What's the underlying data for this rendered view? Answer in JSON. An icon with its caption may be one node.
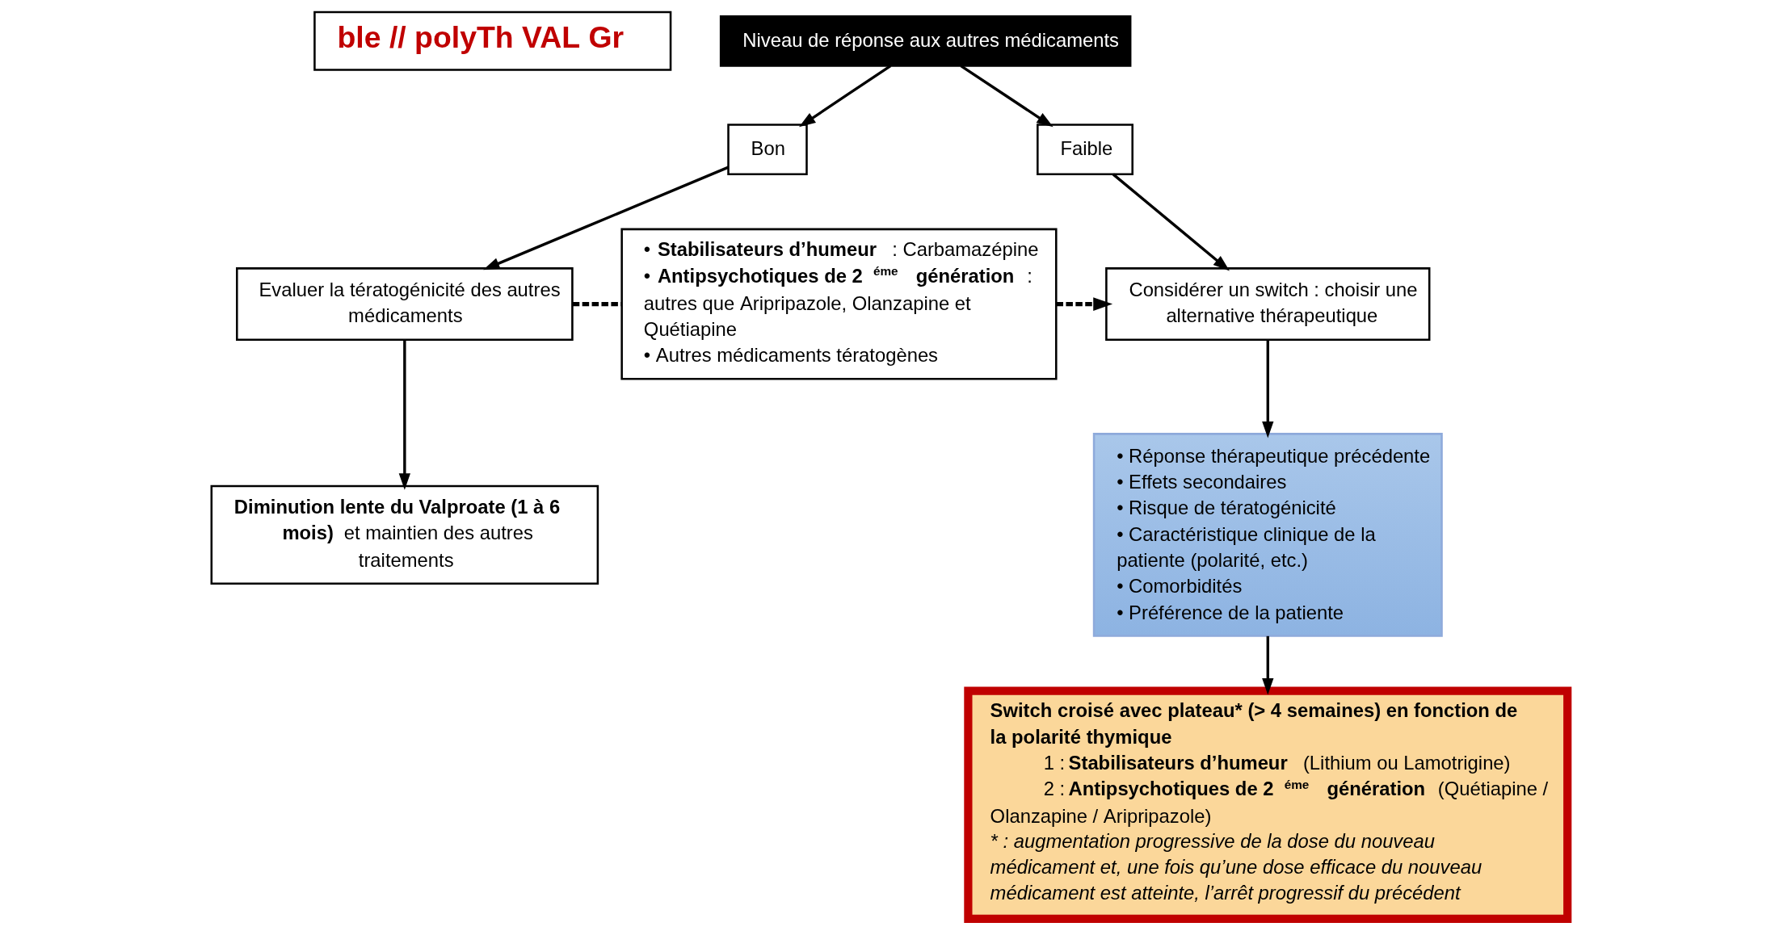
{
  "diagram": {
    "nodes": [
      {
        "text": [
          "ble // polyTh VAL Gr"
        ]
      },
      {
        "text": [
          "Niveau de réponse aux autres médicaments"
        ]
      },
      {
        "text": [
          "Bon"
        ]
      },
      {
        "text": [
          "Faible"
        ]
      },
      {
        "text": [
          "• **Stabilisateurs d’humeur** : Carbamazépine",
          "• **Antipsychotiques de 2$^{éme}$ génération** : autres que Aripripazole, Olanzapine et Quétiapine",
          "• Autres médicaments tératogènes"
        ]
      },
      {
        "text": [
          "Evaluer la tératogénicité des autres médicaments"
        ]
      },
      {
        "text": [
          "Considérer un switch : choisir une alternative thérapeutique"
        ]
      },
      {
        "text": [
          "• Réponse thérapeutique précédente",
          "• Effets secondaires",
          "• Risque de tératogénicité",
          "• Caractéristique clinique de la patiente (polarité, etc.)",
          "• Comorbidités",
          "• Préférence de la patiente"
        ]
      },
      {
        "text": [
          "**Diminution lente du Valproate (1 à 6 mois)** et maintien des autres traitements"
        ]
      },
      {
        "text": [
          "Switch croisé avec plateau* (> 4 semaines) en fonction de la polarité thymique",
          "1 : **Stabilisateurs d’humeur** (Lithium ou Lamotrigine)",
          "2 : **Antipsychotiques de 2$^{éme}$ génération** (Quétiapine / Olanzapine / Aripripazole)",
          "* : augmentation progressive de la dose du nouveau médicament et, une fois qu’une dose efficace du nouveau médicament est atteinte, l’arrêt progressif du précédent"
        ]
      }
    ],
    "edges": [
      {
        "from": 1,
        "to": 2,
        "arrow": "to"
      },
      {
        "from": 1,
        "to": 3,
        "arrow": "to"
      },
      {
        "from": 2,
        "to": 5,
        "arrow": "to"
      },
      {
        "from": 3,
        "to": 6,
        "arrow": "to"
      },
      {
        "from": 5,
        "to": 4,
        "arrow": "none",
        "style": "dashed"
      },
      {
        "from": 4,
        "to": 6,
        "arrow": "to",
        "style": "dashed"
      },
      {
        "from": 5,
        "to": 8,
        "arrow": "to"
      },
      {
        "from": 6,
        "to": 7,
        "arrow": "to"
      },
      {
        "from": 7,
        "to": 9,
        "arrow": "to"
      }
    ]
  }
}
